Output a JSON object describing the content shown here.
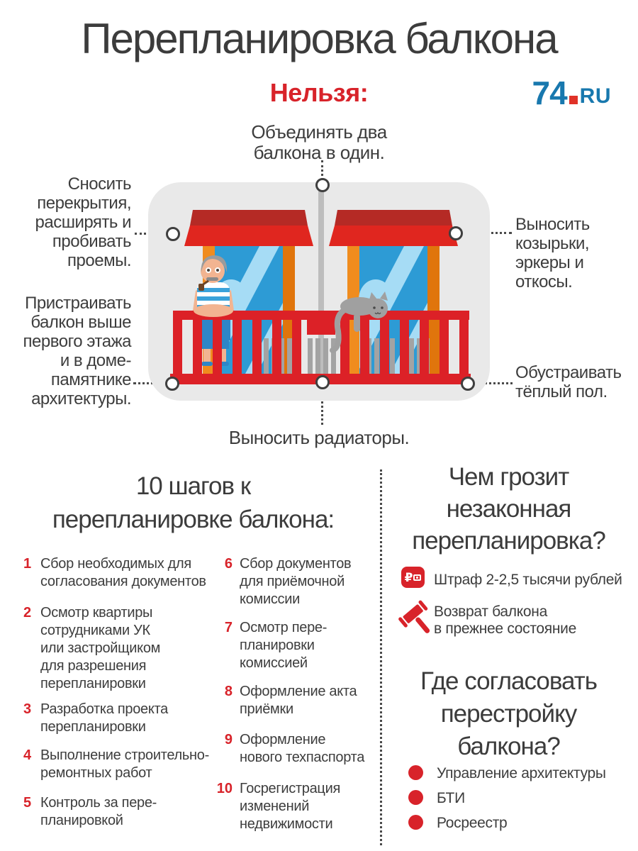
{
  "page": {
    "title": "Перепланировка балкона",
    "subtitle": "Нельзя:",
    "logo": {
      "part1": "74",
      "part2": "RU"
    }
  },
  "colors": {
    "accent_red": "#d8232a",
    "text_dark": "#3d3d3d",
    "logo_blue": "#1878ae",
    "illustration_bg": "#e9e9e9"
  },
  "callouts": {
    "top": "Объединять два\nбалкона в один.",
    "left_upper": "Сносить\nперекрытия,\nрасширять и\nпробивать\nпроемы.",
    "left_lower": "Пристраивать\nбалкон выше\nпервого этажа\nи в доме-\nпамятнике\nархитектуры.",
    "right_upper": "Выносить\nкозырьки,\nэркеры и\nоткосы.",
    "right_lower": "Обустраивать\nтёплый пол.",
    "bottom": "Выносить радиаторы."
  },
  "steps": {
    "heading": "10 шагов к\nперепланировке балкона:",
    "column1": [
      {
        "num": "1",
        "text": "Сбор необходимых для\nсогласования документов"
      },
      {
        "num": "2",
        "text": "Осмотр квартиры\nсотрудниками УК\nили застройщиком\nдля разрешения\nперепланировки"
      },
      {
        "num": "3",
        "text": "Разработка проекта\nперепланировки"
      },
      {
        "num": "4",
        "text": "Выполнение строительно-\nремонтных работ"
      },
      {
        "num": "5",
        "text": "Контроль за пере-\nпланировкой"
      }
    ],
    "column2": [
      {
        "num": "6",
        "text": "Сбор документов\nдля приёмочной\nкомиссии"
      },
      {
        "num": "7",
        "text": "Осмотр пере-\nпланировки\nкомиссией"
      },
      {
        "num": "8",
        "text": "Оформление акта\nприёмки"
      },
      {
        "num": "9",
        "text": "Оформление\nнового техпаспорта"
      },
      {
        "num": "10",
        "text": "Госрегистрация\nизменений\nнедвижимости"
      }
    ]
  },
  "penalties": {
    "heading": "Чем грозит\nнезаконная\nперепланировка?",
    "items": [
      {
        "icon": "ruble-badge-icon",
        "glyph": "₽",
        "text": "Штраф 2-2,5 тысячи рублей"
      },
      {
        "icon": "gavel-icon",
        "text": "Возврат балкона\nв прежнее состояние"
      }
    ]
  },
  "approval": {
    "heading": "Где согласовать\nперестройку\nбалкона?",
    "items": [
      "Управление архитектуры",
      "БТИ",
      "Росреестр"
    ]
  }
}
